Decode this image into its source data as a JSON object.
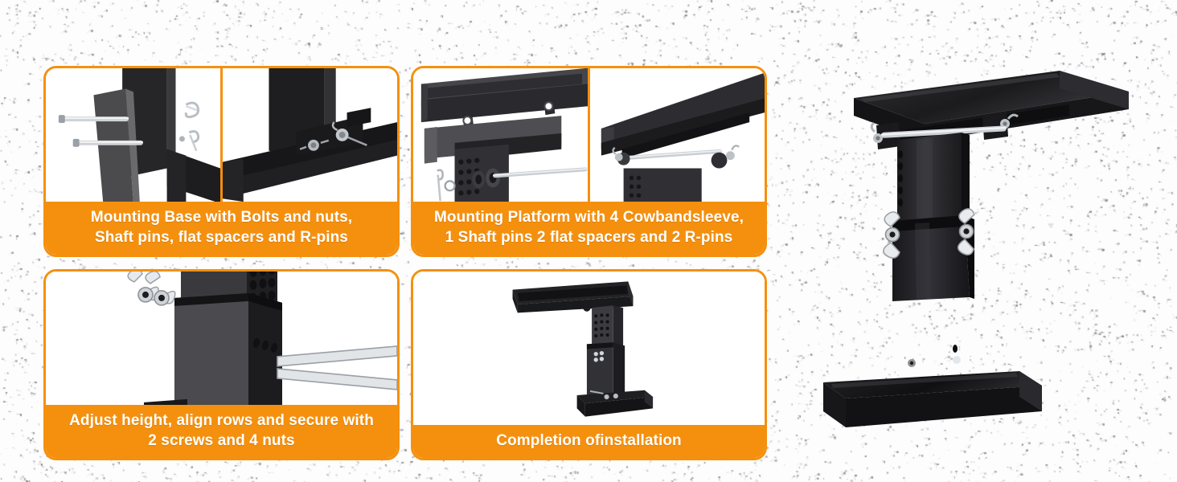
{
  "page": {
    "title": "Height Adjustable Mounting Bracket Installation Steps",
    "background_style": "speckled white stucco texture",
    "accent_color": "#F5900E",
    "caption_text_color": "#FFFFFF",
    "product_color": "#2b2b2d"
  },
  "steps": [
    {
      "id": "step-1",
      "caption_lines": [
        "Mounting Base with Bolts and nuts,",
        "Shaft pins, flat spacers and R-pins"
      ],
      "photos": [
        {
          "id": "step-1-photo-left",
          "alt": "mounting base plate with chrome shaft pins and R-pins"
        },
        {
          "id": "step-1-photo-right",
          "alt": "base bracket bolted to the floor rail"
        }
      ]
    },
    {
      "id": "step-2",
      "caption_lines": [
        "Mounting Platform with 4 Cowbandsleeve,",
        "1 Shaft pins 2 flat spacers and 2 R-pins"
      ],
      "photos": [
        {
          "id": "step-2-photo-left",
          "alt": "mounting platform tray with cowband sleeves and shaft pin"
        },
        {
          "id": "step-2-photo-right",
          "alt": "platform secured to column with shaft pin and R-pins"
        }
      ]
    },
    {
      "id": "step-3",
      "caption_lines": [
        "Adjust height, align rows and secure with",
        "2 screws and 4 nuts"
      ],
      "photos": [
        {
          "id": "step-3-photo",
          "alt": "telescoping perforated column with wing nuts and screws"
        }
      ]
    },
    {
      "id": "step-4",
      "caption_lines": [
        "Completion ofinstallation"
      ],
      "photos": [
        {
          "id": "step-4-photo",
          "alt": "completed assembled height adjustable mounting stand"
        }
      ]
    }
  ],
  "hero": {
    "id": "hero-product",
    "alt": "assembled black height adjustable mounting stand, side view"
  }
}
